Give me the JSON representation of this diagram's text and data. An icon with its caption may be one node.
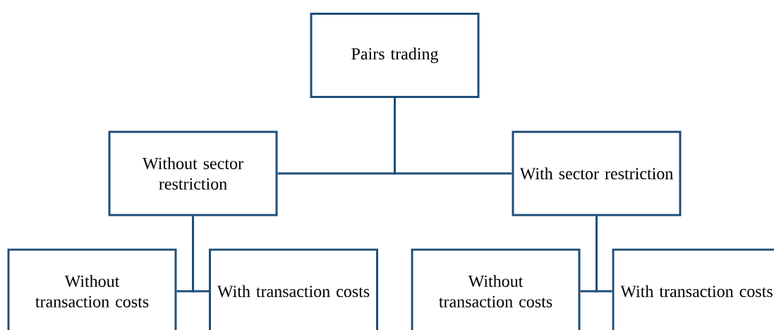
{
  "diagram": {
    "nodes": [
      {
        "text": [
          "Pairs trading"
        ]
      },
      {
        "text": [
          "Without sector restriction"
        ]
      },
      {
        "text": [
          "With sector restriction"
        ]
      },
      {
        "text": [
          "Without transaction costs"
        ]
      },
      {
        "text": [
          "With transaction costs"
        ]
      },
      {
        "text": [
          "Without transaction costs"
        ]
      },
      {
        "text": [
          "With transaction costs"
        ]
      }
    ],
    "edges": [
      {
        "from": 0,
        "to": 1,
        "arrow": "none"
      },
      {
        "from": 0,
        "to": 2,
        "arrow": "none"
      },
      {
        "from": 1,
        "to": 3,
        "arrow": "none"
      },
      {
        "from": 1,
        "to": 4,
        "arrow": "none"
      },
      {
        "from": 2,
        "to": 5,
        "arrow": "none"
      },
      {
        "from": 2,
        "to": 6,
        "arrow": "none"
      }
    ]
  }
}
